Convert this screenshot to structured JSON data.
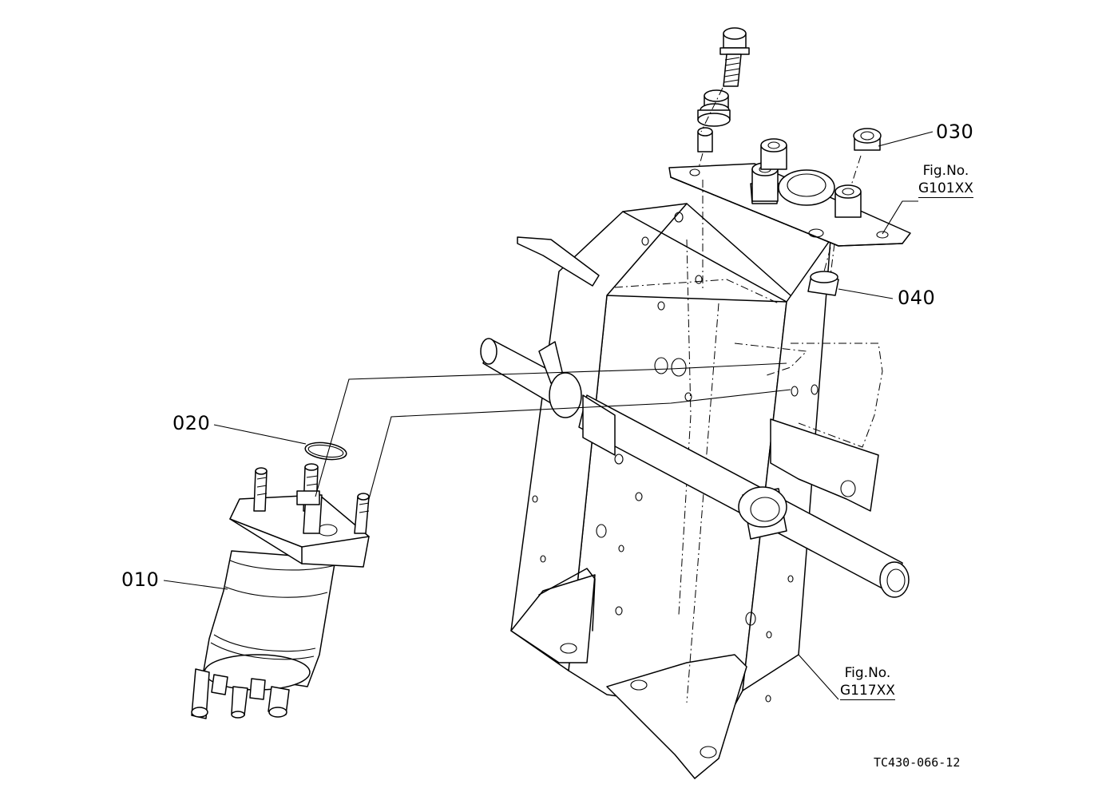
{
  "parts": [
    {
      "number": "010"
    },
    {
      "number": "020"
    },
    {
      "number": "030"
    },
    {
      "number": "040"
    }
  ],
  "figure_refs": [
    {
      "prefix": "Fig.No.",
      "code": "G101XX"
    },
    {
      "prefix": "Fig.No.",
      "code": "G117XX"
    }
  ],
  "drawing_number": "TC430-066-12"
}
